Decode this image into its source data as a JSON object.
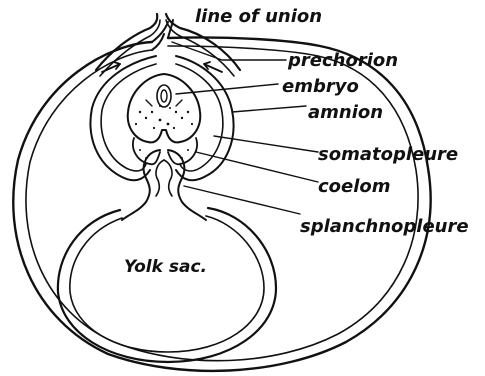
{
  "figure": {
    "labels": {
      "line_of_union": "line of union",
      "prechorion": "prechorion",
      "embryo": "embryo",
      "amnion": "amnion",
      "somatopleure": "somatopleure",
      "coelom": "coelom",
      "splanchnopleure": "splanchnopleure",
      "yolk_sac": "Yolk sac."
    },
    "colors": {
      "ink": "#111111",
      "background": "#ffffff"
    }
  }
}
